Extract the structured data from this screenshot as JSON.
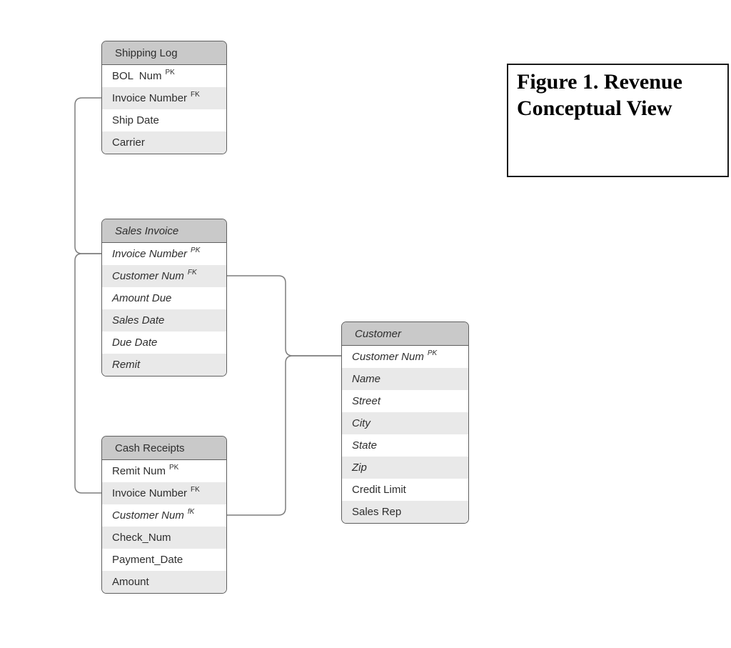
{
  "caption": {
    "text": "Figure 1. Revenue Conceptual View"
  },
  "colors": {
    "entity_header_fill": "#c9c9c9",
    "entity_row_alt_fill": "#e9e9e9",
    "entity_border": "#5f5f5f",
    "connector_stroke": "#7d7d7d",
    "caption_border": "#1a1a1a",
    "text": "#2e2e2e"
  },
  "entities": {
    "shipping_log": {
      "title": "Shipping Log",
      "rows": [
        {
          "label": "BOL  Num",
          "sup": "PK"
        },
        {
          "label": "Invoice Number",
          "sup": "FK"
        },
        {
          "label": "Ship Date"
        },
        {
          "label": "Carrier"
        }
      ]
    },
    "sales_invoice": {
      "title": "Sales Invoice",
      "rows": [
        {
          "label": "Invoice Number",
          "sup": "PK"
        },
        {
          "label": "Customer Num",
          "sup": "FK"
        },
        {
          "label": "Amount Due"
        },
        {
          "label": "Sales Date"
        },
        {
          "label": "Due Date"
        },
        {
          "label": "Remit"
        }
      ]
    },
    "cash_receipts": {
      "title": "Cash Receipts",
      "rows": [
        {
          "label": "Remit Num",
          "sup": "PK"
        },
        {
          "label": "Invoice Number",
          "sup": "FK"
        },
        {
          "label": "Customer Num",
          "sup": "fK"
        },
        {
          "label": "Check_Num"
        },
        {
          "label": "Payment_Date"
        },
        {
          "label": "Amount"
        }
      ]
    },
    "customer": {
      "title": "Customer",
      "rows": [
        {
          "label": "Customer Num",
          "sup": "PK"
        },
        {
          "label": "Name"
        },
        {
          "label": "Street"
        },
        {
          "label": "City"
        },
        {
          "label": "State"
        },
        {
          "label": "Zip"
        },
        {
          "label": "Credit Limit"
        },
        {
          "label": "Sales Rep"
        }
      ]
    }
  },
  "relationships": [
    {
      "from": "Shipping Log.Invoice Number (FK)",
      "to": "Sales Invoice.Invoice Number (PK)"
    },
    {
      "from": "Cash Receipts.Invoice Number (FK)",
      "to": "Sales Invoice.Invoice Number (PK)"
    },
    {
      "from": "Sales Invoice.Customer Num (FK)",
      "to": "Customer.Customer Num (PK)"
    },
    {
      "from": "Cash Receipts.Customer Num (fK)",
      "to": "Customer.Customer Num (PK)"
    }
  ]
}
